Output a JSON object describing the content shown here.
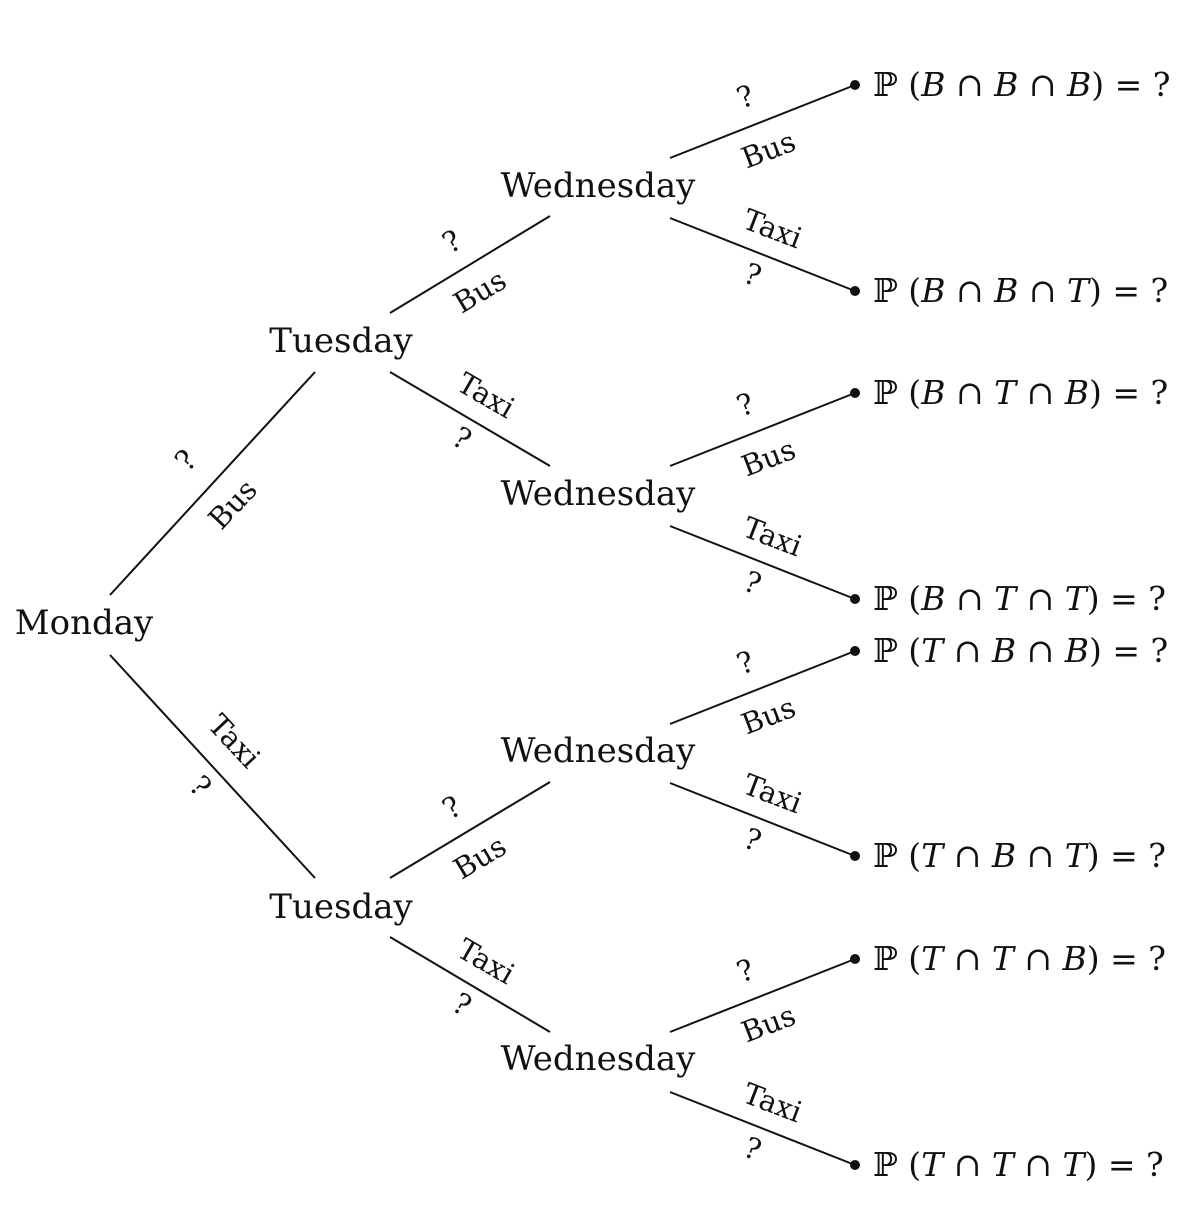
{
  "nodes": {
    "root": "Monday",
    "level1": [
      "Tuesday",
      "Tuesday"
    ],
    "level2": [
      "Wednesday",
      "Wednesday",
      "Wednesday",
      "Wednesday"
    ]
  },
  "edge_labels": {
    "bus": "Bus",
    "taxi": "Taxi",
    "unknown": "?"
  },
  "outcomes": [
    {
      "prefix": "ℙ (",
      "events": [
        "B",
        "B",
        "B"
      ],
      "suffix": ") = ?"
    },
    {
      "prefix": "ℙ (",
      "events": [
        "B",
        "B",
        "T"
      ],
      "suffix": ") = ?"
    },
    {
      "prefix": "ℙ (",
      "events": [
        "B",
        "T",
        "B"
      ],
      "suffix": ") = ?"
    },
    {
      "prefix": "ℙ (",
      "events": [
        "B",
        "T",
        "T"
      ],
      "suffix": ") = ?"
    },
    {
      "prefix": "ℙ (",
      "events": [
        "T",
        "B",
        "B"
      ],
      "suffix": ") = ?"
    },
    {
      "prefix": "ℙ (",
      "events": [
        "T",
        "B",
        "T"
      ],
      "suffix": ") = ?"
    },
    {
      "prefix": "ℙ (",
      "events": [
        "T",
        "T",
        "B"
      ],
      "suffix": ") = ?"
    },
    {
      "prefix": "ℙ (",
      "events": [
        "T",
        "T",
        "T"
      ],
      "suffix": ") = ?"
    }
  ],
  "intersection_symbol": "∩"
}
